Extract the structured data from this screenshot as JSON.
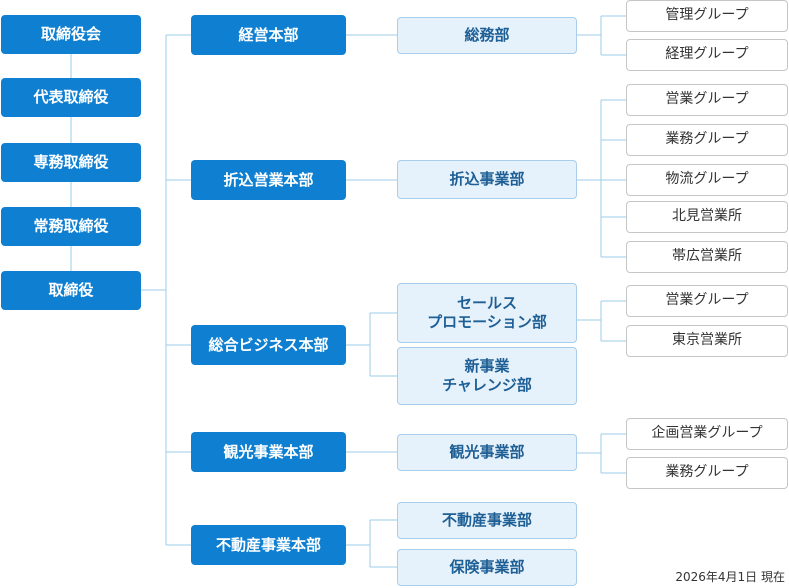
{
  "executives": [
    "取締役会",
    "代表取締役",
    "専務取締役",
    "常務取締役",
    "取締役"
  ],
  "headquarters": [
    "経営本部",
    "折込営業本部",
    "総合ビジネス本部",
    "観光事業本部",
    "不動産事業本部"
  ],
  "departments": {
    "somu": "総務部",
    "orikomi": "折込事業部",
    "sales_promo": [
      "セールス",
      "プロモーション部"
    ],
    "new_challenge": [
      "新事業",
      "チャレンジ部"
    ],
    "kanko": "観光事業部",
    "fudosan": "不動産事業部",
    "hoken": "保険事業部"
  },
  "groups": {
    "somu": [
      "管理グループ",
      "経理グループ"
    ],
    "orikomi": [
      "営業グループ",
      "業務グループ",
      "物流グループ",
      "北見営業所",
      "帯広営業所"
    ],
    "sales_promo": [
      "営業グループ",
      "東京営業所"
    ],
    "kanko": [
      "企画営業グループ",
      "業務グループ"
    ]
  },
  "as_of": "2026年4月1日 現在",
  "colors": {
    "primary": "#0e7fd1",
    "dept_bg": "#e6f2fb",
    "dept_text": "#1e5f95",
    "line": "#9ccbea"
  }
}
